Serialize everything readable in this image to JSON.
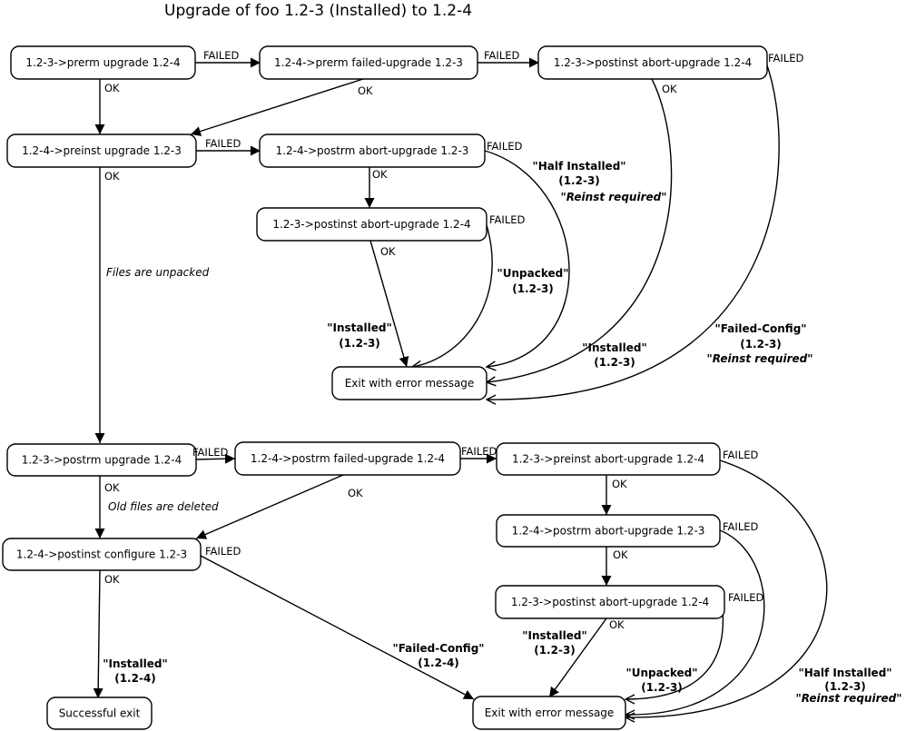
{
  "title": "Upgrade of foo 1.2-3 (Installed) to 1.2-4",
  "nodes": {
    "n1": "1.2-3->prerm upgrade 1.2-4",
    "n2": "1.2-4->prerm failed-upgrade 1.2-3",
    "n3": "1.2-3->postinst abort-upgrade 1.2-4",
    "n4": "1.2-4->preinst upgrade 1.2-3",
    "n5": "1.2-4->postrm abort-upgrade 1.2-3",
    "n6": "1.2-3->postinst abort-upgrade 1.2-4",
    "err1": "Exit with error message",
    "n7": "1.2-3->postrm upgrade 1.2-4",
    "n8": "1.2-4->postrm failed-upgrade 1.2-4",
    "n9": "1.2-3->preinst abort-upgrade 1.2-4",
    "n10": "1.2-4->postrm abort-upgrade 1.2-3",
    "n11": "1.2-3->postinst abort-upgrade 1.2-4",
    "n12": "1.2-4->postinst configure 1.2-3",
    "success": "Successful exit",
    "err2": "Exit with error message"
  },
  "labels": {
    "failed": "FAILED",
    "ok": "OK",
    "files_unpacked": "Files are unpacked",
    "old_files_deleted": "Old files are deleted",
    "half_installed": "\"Half Installed\"",
    "half_installed_full": "\"Half Installed\"",
    "reinst_required": "\"Reinst required\"",
    "unpacked": "\"Unpacked\"",
    "installed": "\"Installed\"",
    "failed_config": "\"Failed-Config\"",
    "failed_config_full": "\"Failed-Config\"",
    "v123": "(1.2-3)",
    "v124": "(1.2-4)"
  }
}
